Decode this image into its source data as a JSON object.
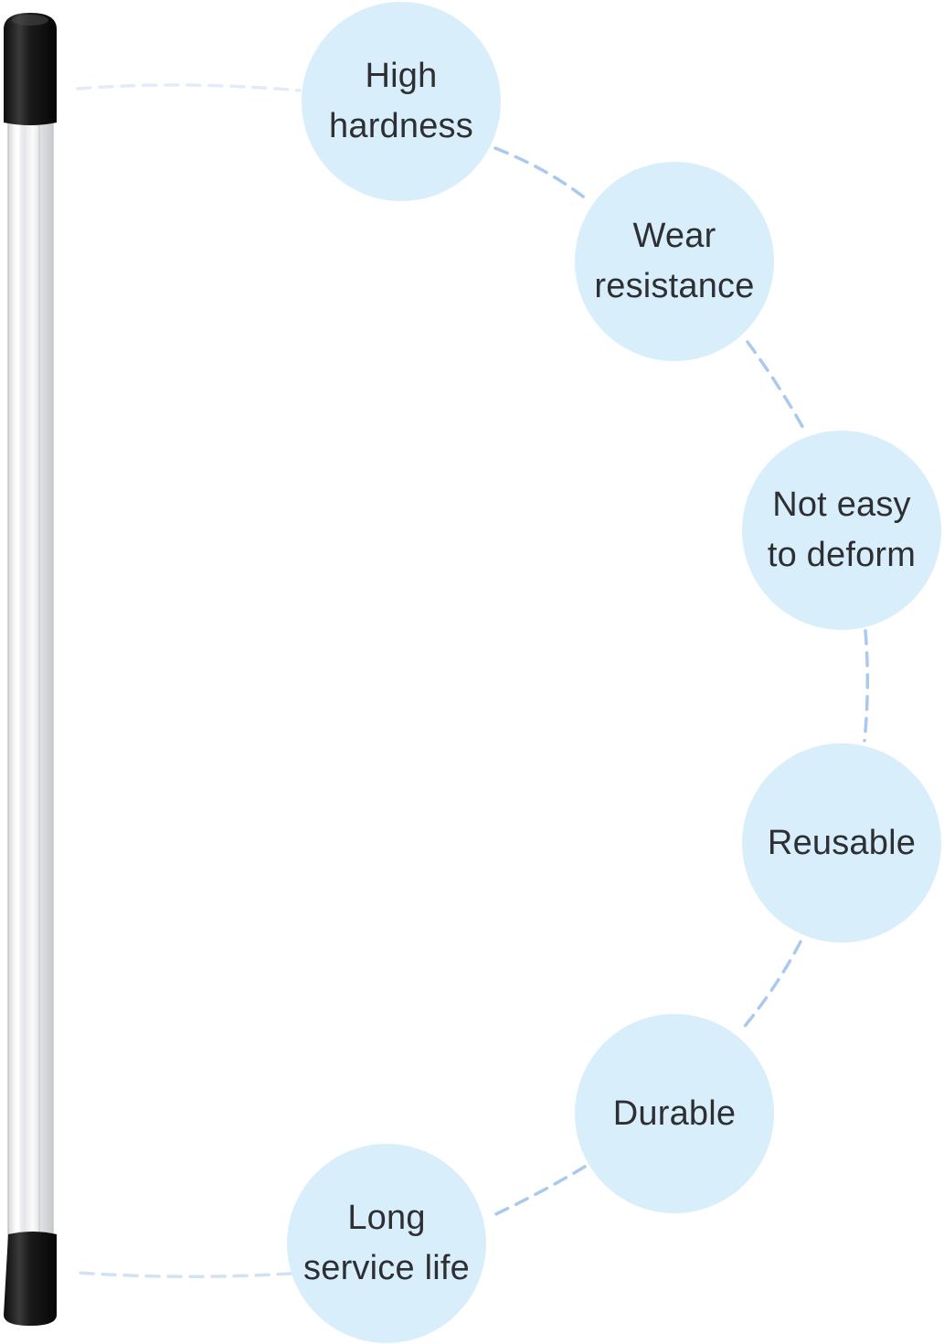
{
  "features": [
    {
      "label": "High\nhardness"
    },
    {
      "label": "Wear\nresistance"
    },
    {
      "label": "Not easy\nto deform"
    },
    {
      "label": "Reusable"
    },
    {
      "label": "Durable"
    },
    {
      "label": "Long\nservice life"
    }
  ],
  "colors": {
    "circle_fill": "#d9eefb",
    "connector": "#a9c9ee",
    "label_text": "#2d2f33",
    "rod_cap": "#161616",
    "rod_tube": "#e9eaec"
  }
}
